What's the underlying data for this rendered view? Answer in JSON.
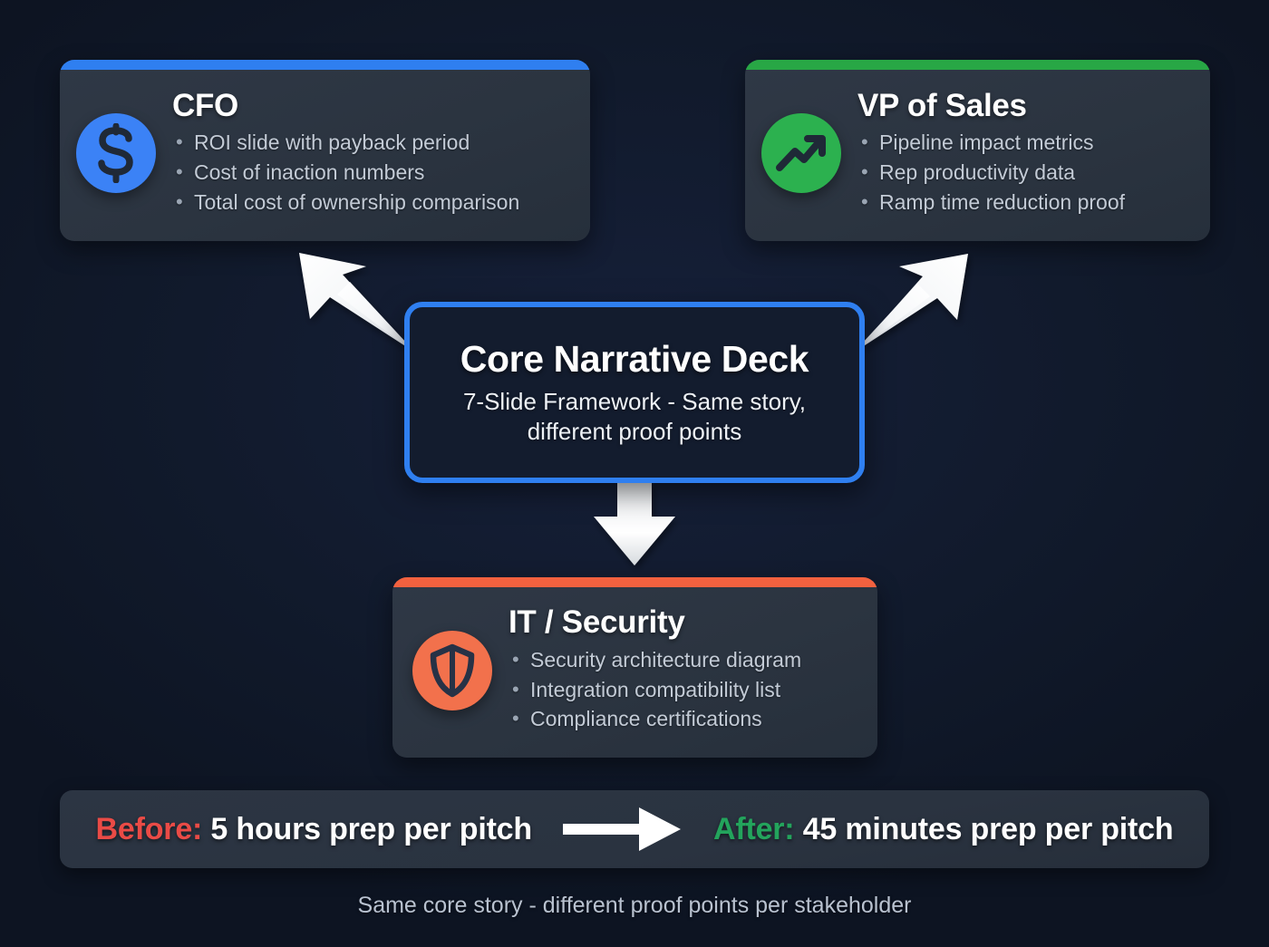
{
  "background_color": "#0e1626",
  "center_node": {
    "title": "Core Narrative Deck",
    "subtitle": "7-Slide Framework - Same story, different proof points",
    "border_color": "#2f7ff0"
  },
  "cards": [
    {
      "id": "cfo",
      "title": "CFO",
      "accent_color": "#2f7ff0",
      "icon": "dollar-sign-icon",
      "bullets": [
        "ROI slide with payback period",
        "Cost of inaction numbers",
        "Total cost of ownership comparison"
      ]
    },
    {
      "id": "vp",
      "title": "VP of Sales",
      "accent_color": "#28a745",
      "icon": "trending-up-icon",
      "bullets": [
        "Pipeline impact metrics",
        "Rep productivity data",
        "Ramp time reduction proof"
      ]
    },
    {
      "id": "it",
      "title": "IT / Security",
      "accent_color": "#f2613f",
      "icon": "shield-icon",
      "bullets": [
        "Security architecture diagram",
        "Integration compatibility list",
        "Compliance certifications"
      ]
    }
  ],
  "comparison": {
    "before_label": "Before:",
    "before_value": "5 hours prep per pitch",
    "after_label": "After:",
    "after_value": "45 minutes prep per pitch",
    "before_color": "#ea4b46",
    "after_color": "#23a45c",
    "arrow": "right-arrow-icon"
  },
  "footer": {
    "caption": "Same core story - different proof points per stakeholder"
  }
}
